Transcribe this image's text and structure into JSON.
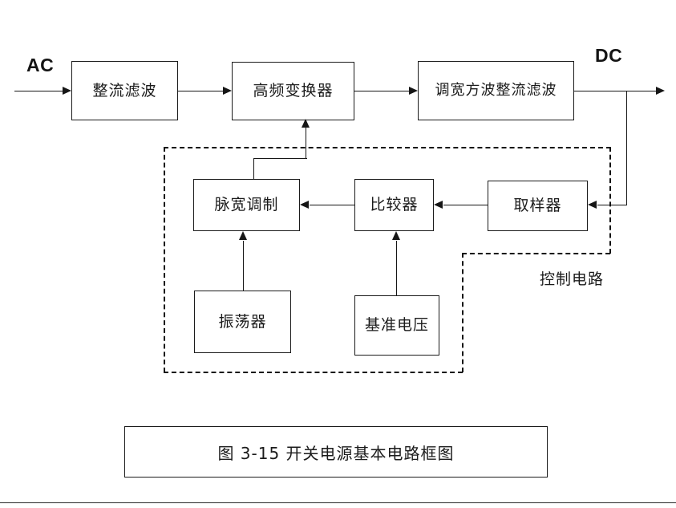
{
  "diagram": {
    "title": "图 3-15 开关电源基本电路框图",
    "input_label": "AC",
    "output_label": "DC",
    "control_region_label": "控制电路",
    "blocks": [
      {
        "id": "rectifier-filter",
        "label": "整流滤波"
      },
      {
        "id": "hf-converter",
        "label": "高频变换器"
      },
      {
        "id": "pwm-rect-filter",
        "label": "调宽方波整流滤波"
      },
      {
        "id": "pulse-width-mod",
        "label": "脉宽调制"
      },
      {
        "id": "comparator",
        "label": "比较器"
      },
      {
        "id": "sampler",
        "label": "取样器"
      },
      {
        "id": "oscillator",
        "label": "振荡器"
      },
      {
        "id": "reference-voltage",
        "label": "基准电压"
      }
    ]
  }
}
